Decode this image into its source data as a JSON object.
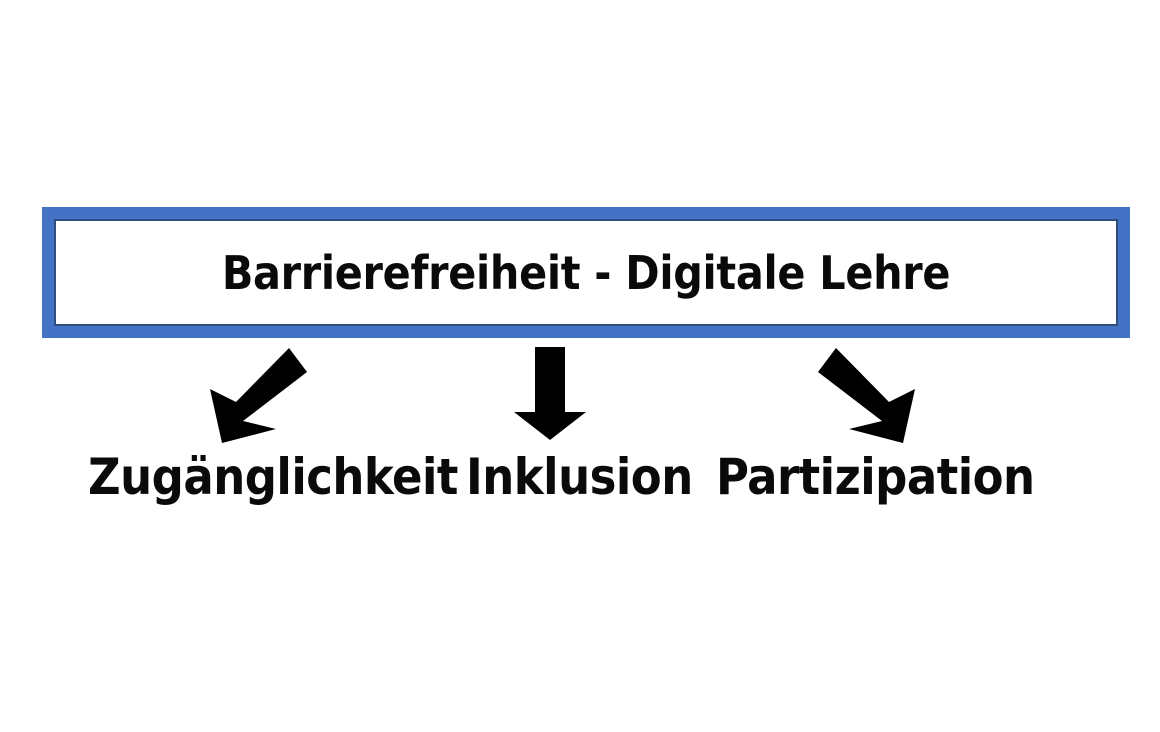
{
  "diagram": {
    "title": "Barrierefreiheit - Digitale Lehre",
    "background_color": "#FFFFFF",
    "root": {
      "label": "Barrierefreiheit - Digitale Lehre",
      "border_color": "#4472C4",
      "inner_outline_color": "#2F4E80",
      "fill_color": "#FFFFFF",
      "text_color": "#0A0A0A"
    },
    "arrows": {
      "color": "#000000",
      "items": [
        {
          "name": "arrow-down-left",
          "direction": "down-left",
          "target": "Zugänglichkeit"
        },
        {
          "name": "arrow-down",
          "direction": "down",
          "target": "Inklusion"
        },
        {
          "name": "arrow-down-right",
          "direction": "down-right",
          "target": "Partizipation"
        }
      ]
    },
    "leaves": [
      {
        "label": "Zugänglichkeit"
      },
      {
        "label": "Inklusion"
      },
      {
        "label": "Partizipation"
      }
    ]
  }
}
